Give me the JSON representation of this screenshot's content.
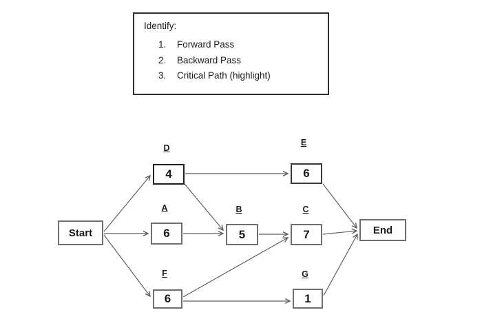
{
  "instruction_box": {
    "title": "Identify:",
    "items": [
      "Forward Pass",
      "Backward Pass",
      "Critical Path (highlight)"
    ]
  },
  "network": {
    "type": "activity_on_node_precedence_diagram",
    "nodes": {
      "start": {
        "text": "Start"
      },
      "end": {
        "text": "End"
      },
      "A": {
        "label": "A",
        "duration": "6"
      },
      "B": {
        "label": "B",
        "duration": "5"
      },
      "C": {
        "label": "C",
        "duration": "7"
      },
      "D": {
        "label": "D",
        "duration": "4"
      },
      "E": {
        "label": "E",
        "duration": "6"
      },
      "F": {
        "label": "F",
        "duration": "6"
      },
      "G": {
        "label": "G",
        "duration": "1"
      }
    },
    "edges": [
      {
        "from": "Start",
        "to": "D"
      },
      {
        "from": "Start",
        "to": "A"
      },
      {
        "from": "Start",
        "to": "F"
      },
      {
        "from": "D",
        "to": "E"
      },
      {
        "from": "D",
        "to": "B"
      },
      {
        "from": "A",
        "to": "B"
      },
      {
        "from": "B",
        "to": "C"
      },
      {
        "from": "F",
        "to": "C"
      },
      {
        "from": "F",
        "to": "G"
      },
      {
        "from": "E",
        "to": "End"
      },
      {
        "from": "C",
        "to": "End"
      },
      {
        "from": "G",
        "to": "End"
      }
    ],
    "colors": {
      "background": "#ffffff",
      "box_border": "#6e6e6e",
      "d_box_border": "#1f1f1f",
      "edge_line": "#5f5f5f",
      "text": "#1a1a1a"
    }
  }
}
